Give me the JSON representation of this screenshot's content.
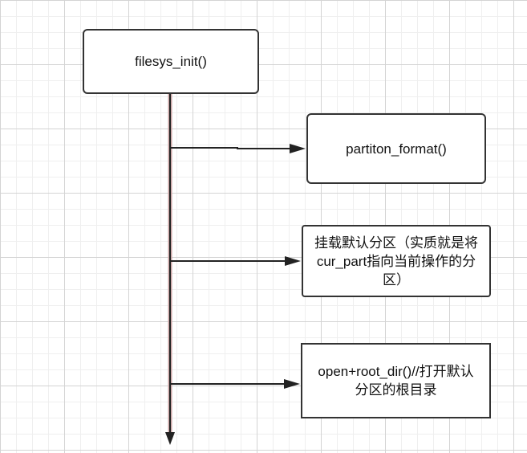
{
  "nodes": {
    "init": "filesys_init()",
    "format": "partiton_format()",
    "mount": "挂载默认分区（实质就是将cur_part指向当前操作的分区）",
    "open_root": "open+root_dir()//打开默认分区的根目录"
  },
  "colors": {
    "line": "#222222",
    "lifeline_highlight": "#c9a3a3",
    "box_border": "#333333"
  }
}
